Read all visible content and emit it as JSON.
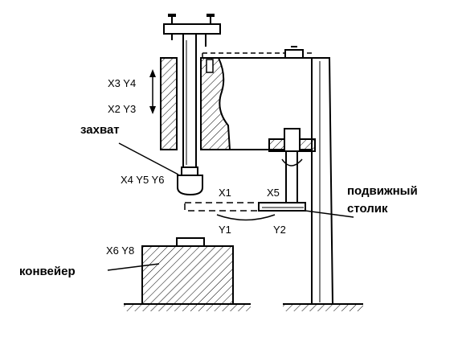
{
  "colors": {
    "ink": "#000000",
    "background": "#ffffff"
  },
  "labels": {
    "gripper": "захват",
    "movable_table_line1": "подвижный",
    "movable_table_line2": "столик",
    "conveyor": "конвейер"
  },
  "signals": {
    "x3y4": "X3 Y4",
    "x2y3": "X2 Y3",
    "x4y5y6": "X4 Y5 Y6",
    "x1": "X1",
    "x5": "X5",
    "y1": "Y1",
    "y2": "Y2",
    "x6y8": "X6 Y8"
  }
}
